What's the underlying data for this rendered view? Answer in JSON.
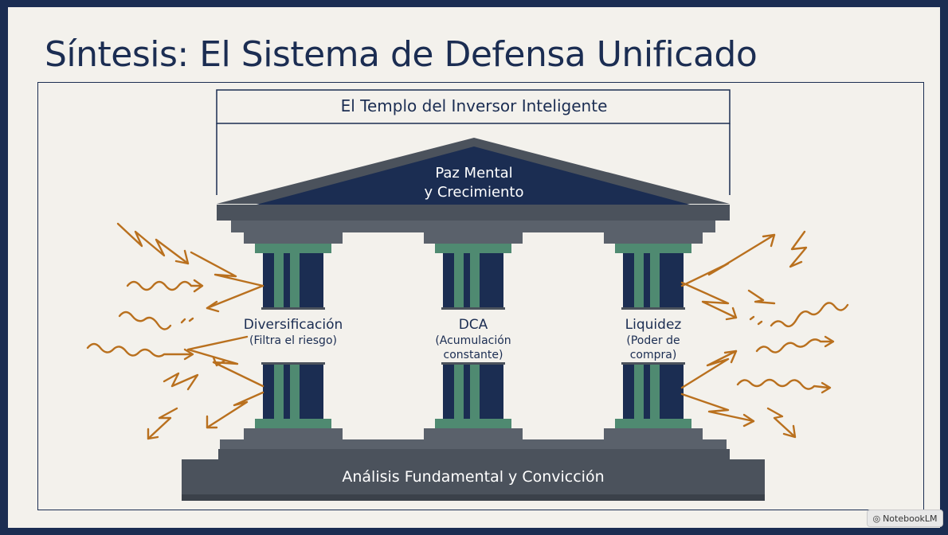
{
  "title": "Síntesis: El Sistema de Defensa Unificado",
  "diagram": {
    "header_label": "El Templo del Inversor Inteligente",
    "roof": {
      "line1": "Paz Mental",
      "line2": "y Crecimiento"
    },
    "pillars": [
      {
        "name": "Diversificación",
        "desc": [
          "(Filtra el riesgo)"
        ]
      },
      {
        "name": "DCA",
        "desc": [
          "(Acumulación",
          "constante)"
        ]
      },
      {
        "name": "Liquidez",
        "desc": [
          "(Poder de",
          "compra)"
        ]
      }
    ],
    "foundation": "Análisis Fundamental y Convicción"
  },
  "colors": {
    "navy": "#1b2d52",
    "slate": "#4b525c",
    "slate_light": "#5a616b",
    "green": "#4f8a71",
    "orange": "#b9701e",
    "background": "#f3f1ec"
  },
  "watermark": {
    "icon": "notebooklm-icon",
    "text": "NotebookLM"
  }
}
